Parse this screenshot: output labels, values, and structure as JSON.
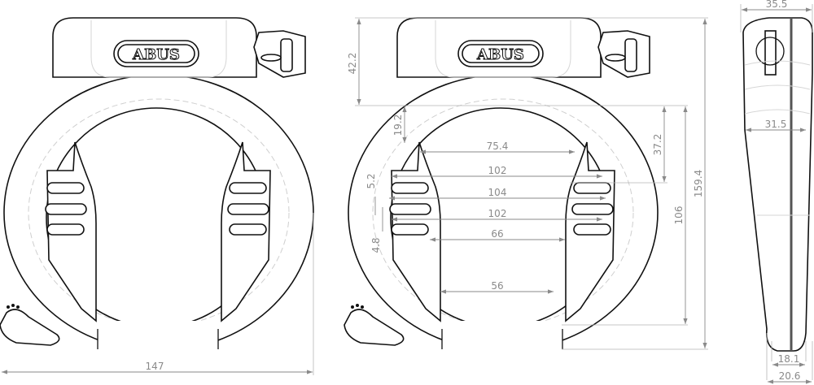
{
  "brand": "ABUS",
  "front_view": {
    "width_dim": "147"
  },
  "dimensioned_view": {
    "dims": {
      "housing_height": "42.2",
      "ring_top_offset": "19.2",
      "inner_top_width": "75.4",
      "width_upper": "102",
      "width_middle": "104",
      "width_lower": "102",
      "inner_mid_width": "66",
      "opening_width": "56",
      "upper_depth": "37.2",
      "inner_height": "106",
      "total_height": "159.4",
      "slot_pitch": "5.2",
      "slot_height": "4.8"
    }
  },
  "side_view": {
    "dims": {
      "top_width": "35.5",
      "mid_width": "31.5",
      "bottom_inner": "18.1",
      "bottom_outer": "20.6"
    }
  },
  "colors": {
    "outline": "#111111",
    "dimension": "#8a8a8a"
  }
}
